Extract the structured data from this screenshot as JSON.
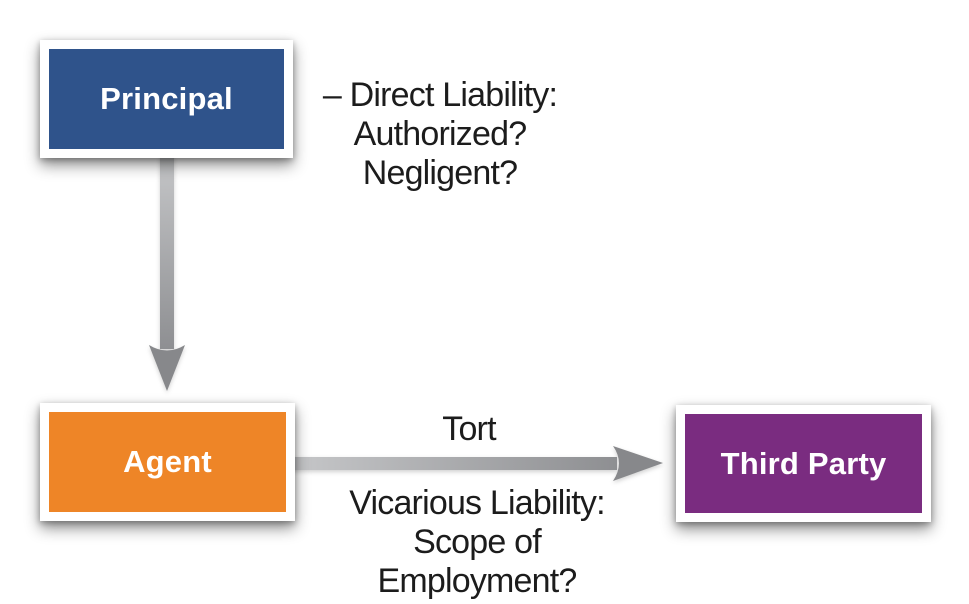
{
  "colors": {
    "principal_fill": "#2F538B",
    "agent_fill": "#EE8527",
    "third_party_fill": "#7A2C80",
    "node_label_text": "#FFFFFF",
    "annotation_text": "#1C1C1C",
    "arrow_shaft_light": "#C6C7C9",
    "arrow_shaft_dark": "#8E8F92",
    "arrow_head": "#87888B"
  },
  "nodes": {
    "principal": {
      "label": "Principal"
    },
    "agent": {
      "label": "Agent"
    },
    "third_party": {
      "label": "Third Party"
    }
  },
  "edges": {
    "principal_to_agent": {
      "direction": "down"
    },
    "agent_to_third_party": {
      "direction": "right",
      "label": "Tort"
    }
  },
  "annotations": {
    "direct_liability": {
      "line1": "– Direct Liability:",
      "line2": "Authorized?",
      "line3": "Negligent?"
    },
    "vicarious_liability": {
      "line1": "Vicarious Liability:",
      "line2": "Scope of",
      "line3": "Employment?"
    }
  }
}
